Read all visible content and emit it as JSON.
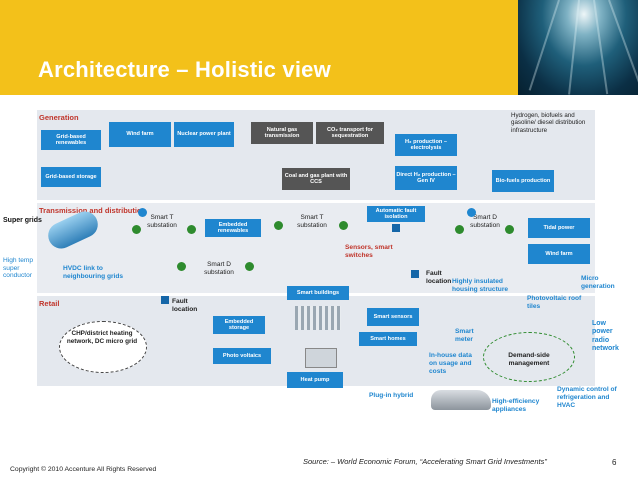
{
  "header": {
    "title": "Architecture – Holistic view"
  },
  "sections": {
    "generation": "Generation",
    "transmission": "Transmission and distribution",
    "retail": "Retail"
  },
  "generation_boxes": {
    "grid_renewables": "Grid-based renewables",
    "grid_storage": "Grid-based storage",
    "wind_farm": "Wind farm",
    "nuclear": "Nuclear power plant",
    "natural_gas": "Natural gas transmission",
    "co2": "CO₂ transport for sequestration",
    "coal_gas": "Coal and gas plant with CCS",
    "h2_production": "H₂ production – electrolysis",
    "direct_h2": "Direct H₂ production – Gen IV",
    "biofuels": "Bio-fuels production",
    "hydrogen_text": "Hydrogen, biofuels and gasoline/ diesel distribution infrastructure"
  },
  "transmission": {
    "smart_t_1": "Smart T substation",
    "smart_t_2": "Smart T substation",
    "smart_d_1": "Smart D substation",
    "smart_d_2": "Smart D substation",
    "embedded_renewables": "Embedded renewables",
    "automatic_fault": "Automatic fault isolation",
    "tidal": "Tidal power",
    "wind_farm_2": "Wind farm",
    "sensors": "Sensors, smart switches",
    "fault_location_1": "Fault location",
    "super_grids": "Super grids",
    "high_temp": "High temp super conductor",
    "hvdc": "HVDC link to neighbouring grids"
  },
  "retail": {
    "fault_location_2": "Fault location",
    "chp": "CHP/district heating network, DC micro grid",
    "embedded_storage": "Embedded storage",
    "photo_voltaics": "Photo voltaics",
    "smart_buildings": "Smart buildings",
    "smart_sensors": "Smart sensors",
    "smart_homes": "Smart homes",
    "heat_pump": "Heat pump",
    "highly_insulated": "Highly insulated housing structure",
    "photovoltaic_roof": "Photovoltaic roof tiles",
    "micro_generation": "Micro generation",
    "smart_meter": "Smart meter",
    "demand_side": "Demand-side management",
    "low_power_radio": "Low power radio network",
    "in_house": "In-house data on usage and costs",
    "plug_in": "Plug-in hybrid",
    "high_efficiency": "High-efficiency appliances",
    "dynamic_control": "Dynamic control of refrigeration and HVAC"
  },
  "footer": {
    "source": "Source: – World Economic Forum, “Accelerating Smart Grid Investments”",
    "copyright": "Copyright © 2010 Accenture  All Rights Reserved",
    "page_number": "6"
  }
}
